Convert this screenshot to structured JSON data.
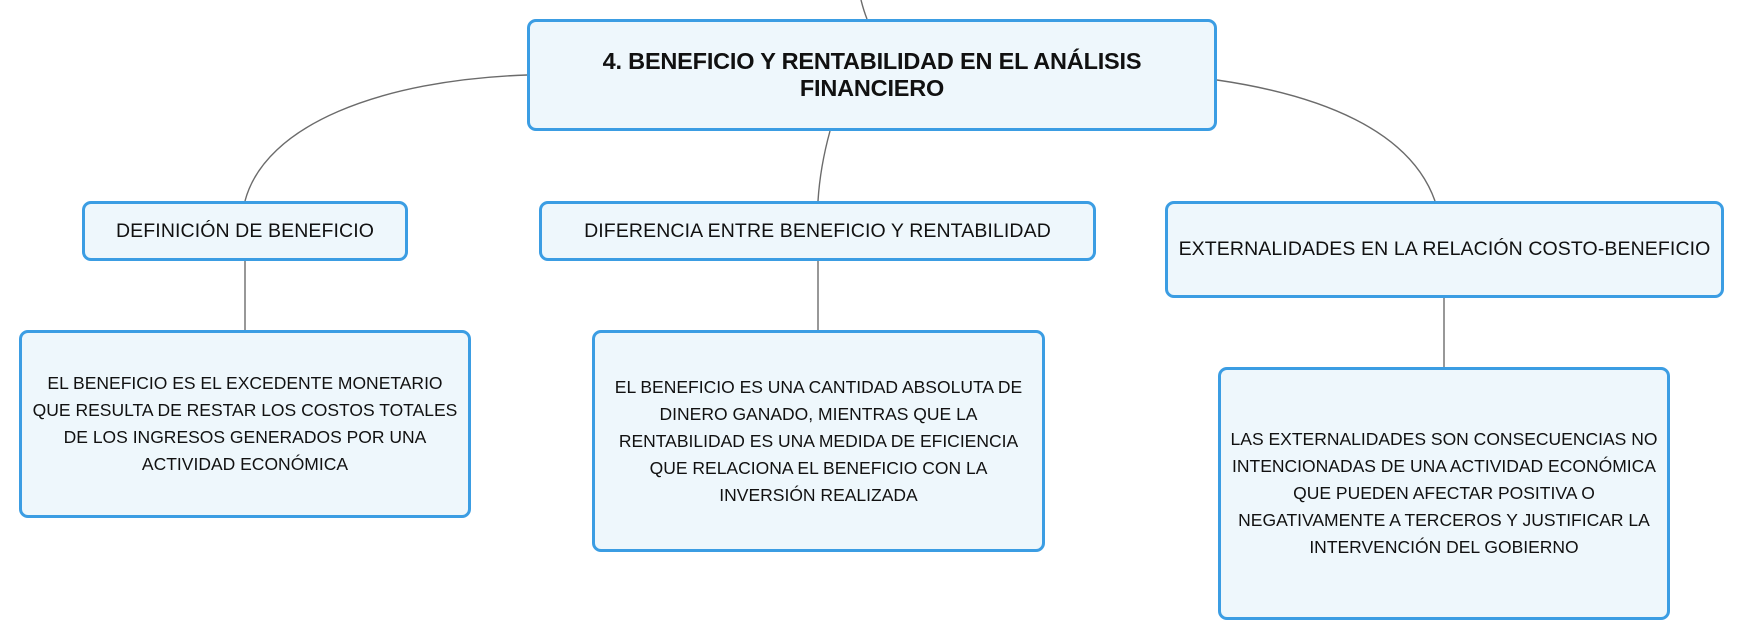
{
  "colors": {
    "node_fill": "#eef7fc",
    "node_border": "#3b9de3",
    "connector": "#6b6b6b",
    "text": "#111111"
  },
  "root": {
    "label": "4. BENEFICIO Y RENTABILIDAD EN EL ANÁLISIS FINANCIERO"
  },
  "topics": [
    {
      "label": "DEFINICIÓN DE BENEFICIO",
      "detail": "EL BENEFICIO ES EL EXCEDENTE MONETARIO QUE RESULTA DE RESTAR LOS COSTOS TOTALES DE LOS INGRESOS GENERADOS POR UNA ACTIVIDAD ECONÓMICA"
    },
    {
      "label": "DIFERENCIA ENTRE BENEFICIO Y RENTABILIDAD",
      "detail": "EL BENEFICIO ES UNA CANTIDAD ABSOLUTA DE DINERO GANADO, MIENTRAS QUE LA RENTABILIDAD ES UNA MEDIDA DE EFICIENCIA QUE RELACIONA EL BENEFICIO CON LA INVERSIÓN REALIZADA"
    },
    {
      "label": "EXTERNALIDADES EN LA RELACIÓN COSTO-BENEFICIO",
      "detail": "LAS EXTERNALIDADES SON CONSECUENCIAS NO INTENCIONADAS DE UNA ACTIVIDAD ECONÓMICA QUE PUEDEN AFECTAR POSITIVA O NEGATIVAMENTE A TERCEROS Y JUSTIFICAR LA INTERVENCIÓN DEL GOBIERNO"
    }
  ]
}
